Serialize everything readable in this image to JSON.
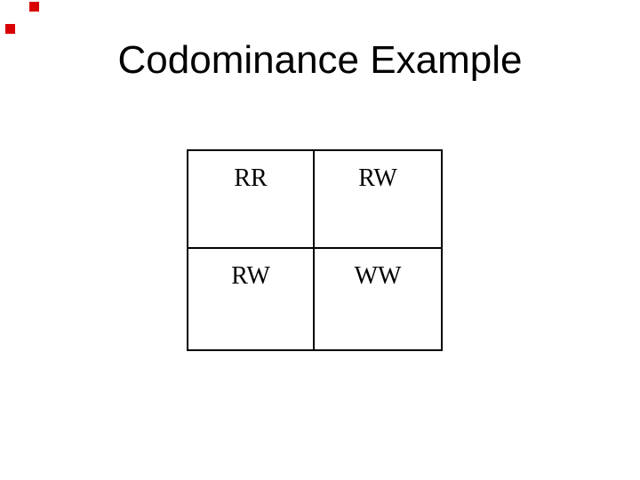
{
  "slide": {
    "title": "Codominance Example",
    "decoration": {
      "color": "#d90000"
    },
    "punnett_square": {
      "rows": [
        [
          "RR",
          "RW"
        ],
        [
          "RW",
          "WW"
        ]
      ]
    }
  }
}
